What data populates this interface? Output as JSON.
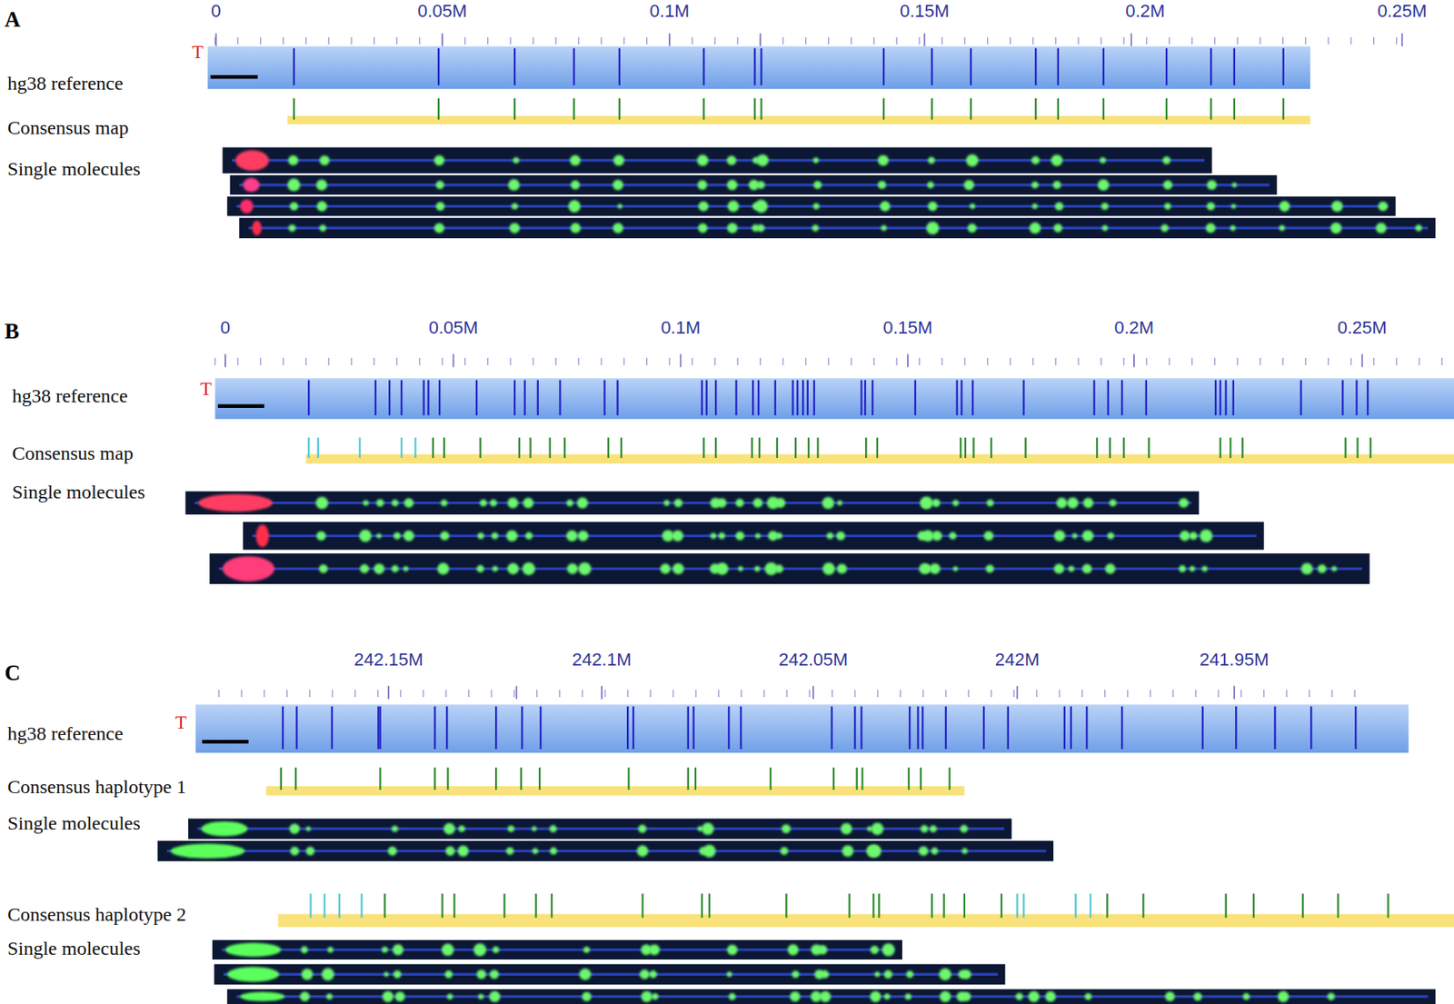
{
  "diagram": {
    "labels": [
      "A",
      "0",
      "0.05M",
      "0.1M",
      "0.15M",
      "0.2M",
      "0.25M",
      "T",
      "hg38 reference",
      "Consensus map",
      "Single molecules",
      "B",
      "0",
      "0.05M",
      "0.1M",
      "0.15M",
      "0.2M",
      "0.25M",
      "T",
      "hg38 reference",
      "Consensus map",
      "Single molecules",
      "C",
      "242.15M",
      "242.1M",
      "242.05M",
      "242M",
      "241.95M",
      "T",
      "hg38 reference",
      "Consensus haplotype 1",
      "Single molecules",
      "Consensus haplotype 2",
      "Single molecules"
    ]
  }
}
